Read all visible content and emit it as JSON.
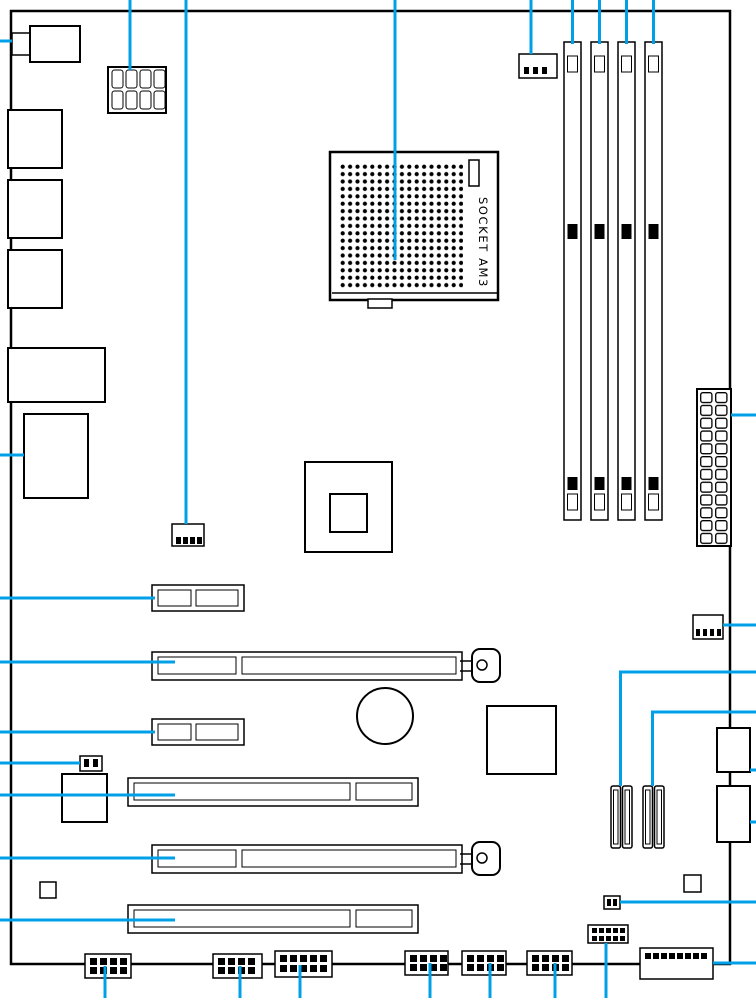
{
  "cpu_socket": {
    "label": "SOCKET AM3"
  },
  "colors": {
    "callout": "#00a0e9",
    "outline": "#000000",
    "background": "#ffffff"
  },
  "components": [
    "rear-io-panel",
    "cpu-power-8pin-connector",
    "cpu-fan-header",
    "fan-header-top",
    "cpu-socket",
    "dimm-slots",
    "atx-power-24pin-connector",
    "heatsink",
    "pcie-x1-slot-1",
    "pcie-x16-slot-1",
    "pcie-x1-slot-2",
    "pci-slot-1",
    "pcie-x16-slot-2",
    "pci-slot-2",
    "cmos-battery",
    "chipset",
    "sata-ports",
    "system-fan-header",
    "side-box-connector-1",
    "side-box-connector-2",
    "jumper-left",
    "jumper-bottom",
    "onboard-chip",
    "pin-headers",
    "usb-pin-header",
    "front-panel-header"
  ]
}
